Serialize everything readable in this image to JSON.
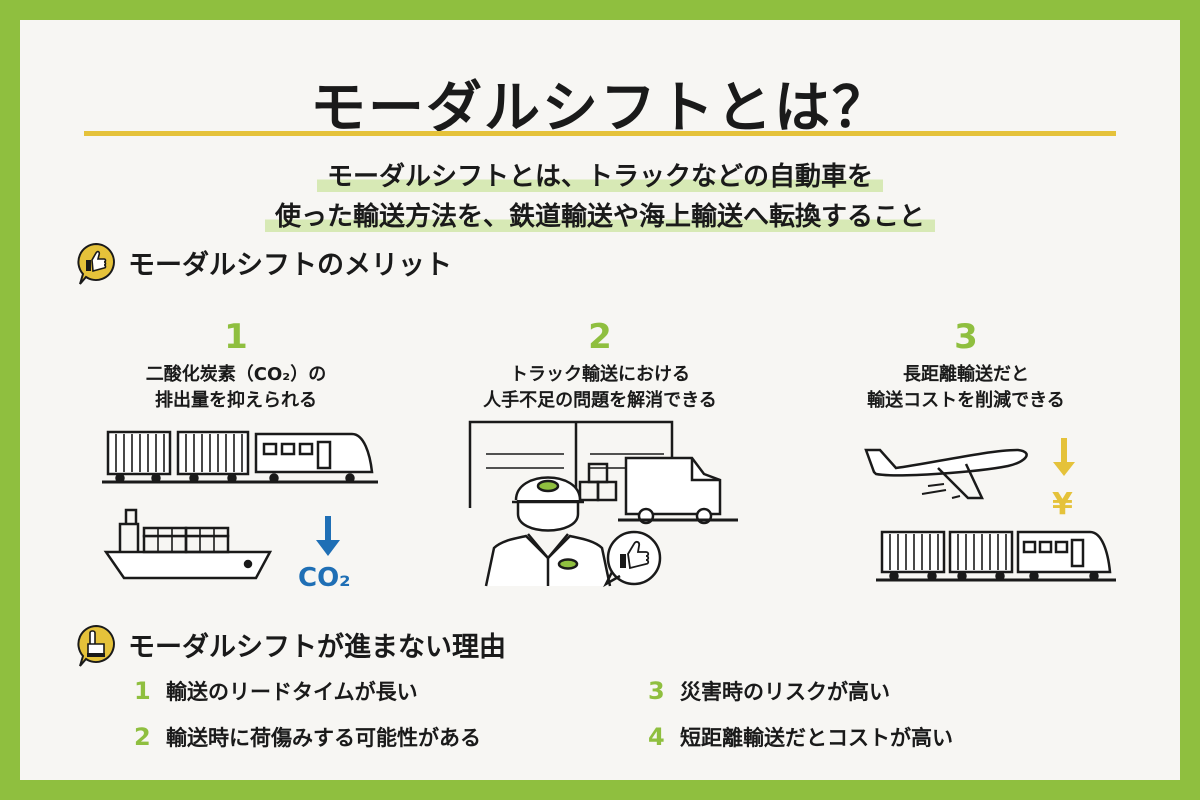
{
  "title": "モーダルシフトとは？",
  "definition": {
    "line1": "モーダルシフトとは、トラックなどの自動車を",
    "line2": "使った輸送方法を、鉄道輸送や海上輸送へ転換すること"
  },
  "merits": {
    "heading": "モーダルシフトのメリット",
    "items": [
      {
        "num": "1",
        "line1": "二酸化炭素（CO₂）の",
        "line2": "排出量を抑えられる"
      },
      {
        "num": "2",
        "line1": "トラック輸送における",
        "line2": "人手不足の問題を解消できる"
      },
      {
        "num": "3",
        "line1": "長距離輸送だと",
        "line2": "輸送コストを削減できる"
      }
    ],
    "co2_label": "CO₂",
    "yen_label": "¥"
  },
  "reasons": {
    "heading": "モーダルシフトが進まない理由",
    "items": [
      {
        "num": "1",
        "text": "輸送のリードタイムが長い"
      },
      {
        "num": "2",
        "text": "輸送時に荷傷みする可能性がある"
      },
      {
        "num": "3",
        "text": "災害時のリスクが高い"
      },
      {
        "num": "4",
        "text": "短距離輸送だとコストが高い"
      }
    ]
  },
  "colors": {
    "frame_green": "#8fbf3f",
    "accent_yellow": "#e5c23a",
    "highlight_green": "#d7e9b5",
    "co2_blue": "#1f6fb5"
  }
}
